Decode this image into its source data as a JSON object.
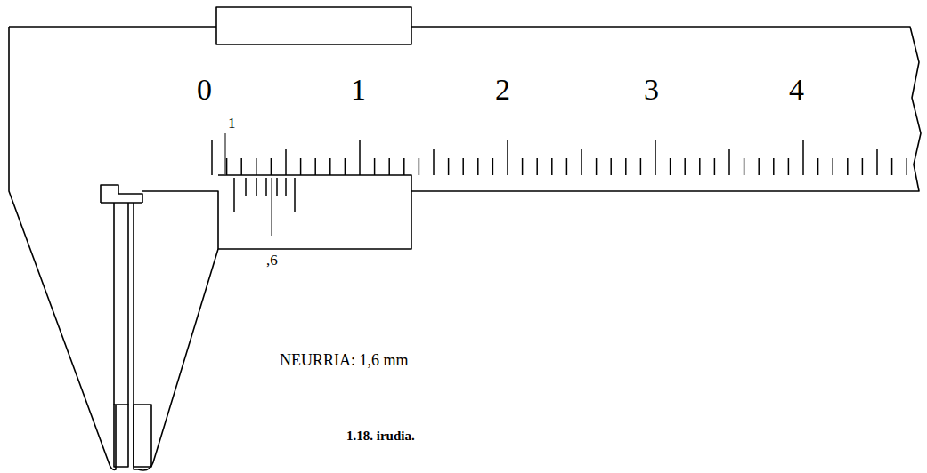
{
  "diagram": {
    "caption": "1.18. irudia.",
    "labels": [
      "0",
      "1",
      "2",
      "3",
      "4",
      "1",
      ",6",
      "NEURRIA: 1,6 mm"
    ]
  }
}
